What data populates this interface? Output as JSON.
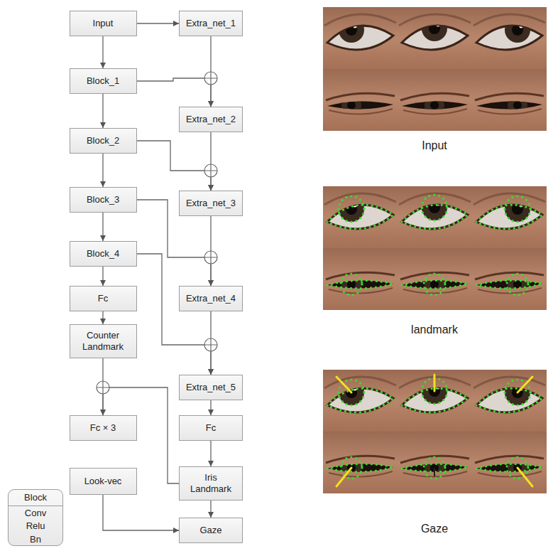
{
  "diagram": {
    "nodes": [
      {
        "text": [
          "Input"
        ]
      },
      {
        "text": [
          "Extra_net_1"
        ]
      },
      {
        "text": [
          "Block_1"
        ]
      },
      {
        "text": [
          "Extra_net_2"
        ]
      },
      {
        "text": [
          "Block_2"
        ]
      },
      {
        "text": [
          "Block_3"
        ]
      },
      {
        "text": [
          "Extra_net_3"
        ]
      },
      {
        "text": [
          "Block_4"
        ]
      },
      {
        "text": [
          "Fc"
        ]
      },
      {
        "text": [
          "Extra_net_4"
        ]
      },
      {
        "text": [
          "Counter Landmark"
        ]
      },
      {
        "text": [
          "Extra_net_5"
        ]
      },
      {
        "text": [
          "Fc × 3"
        ]
      },
      {
        "text": [
          "Fc"
        ]
      },
      {
        "text": [
          "Look-vec"
        ]
      },
      {
        "text": [
          "Iris Landmark"
        ]
      },
      {
        "text": [
          "Gaze"
        ]
      },
      {
        "text": [
          "Block",
          "Conv",
          "Relu",
          "Bn"
        ]
      }
    ],
    "edges": [
      {
        "from": 0,
        "to": 2,
        "arrow": "to"
      },
      {
        "from": 0,
        "to": 1,
        "arrow": "to"
      },
      {
        "from": 2,
        "to": 4,
        "arrow": "to"
      },
      {
        "from": 4,
        "to": 5,
        "arrow": "to"
      },
      {
        "from": 5,
        "to": 7,
        "arrow": "to"
      },
      {
        "from": 7,
        "to": 8,
        "arrow": "to"
      },
      {
        "from": 8,
        "to": 10,
        "arrow": "to"
      },
      {
        "from": 1,
        "to": 3,
        "arrow": "to"
      },
      {
        "from": 2,
        "to": 3,
        "arrow": "to"
      },
      {
        "from": 3,
        "to": 6,
        "arrow": "to"
      },
      {
        "from": 4,
        "to": 6,
        "arrow": "to"
      },
      {
        "from": 6,
        "to": 9,
        "arrow": "to"
      },
      {
        "from": 5,
        "to": 9,
        "arrow": "to"
      },
      {
        "from": 9,
        "to": 11,
        "arrow": "to"
      },
      {
        "from": 7,
        "to": 11,
        "arrow": "to"
      },
      {
        "from": 11,
        "to": 13,
        "arrow": "to"
      },
      {
        "from": 13,
        "to": 15,
        "arrow": "to"
      },
      {
        "from": 10,
        "to": 12,
        "arrow": "to"
      },
      {
        "from": 15,
        "to": 12,
        "arrow": "to"
      },
      {
        "from": 14,
        "to": 16,
        "arrow": "to"
      },
      {
        "from": 15,
        "to": 16,
        "arrow": "to"
      }
    ],
    "labels": [
      "Input",
      "landmark",
      "Gaze"
    ]
  }
}
